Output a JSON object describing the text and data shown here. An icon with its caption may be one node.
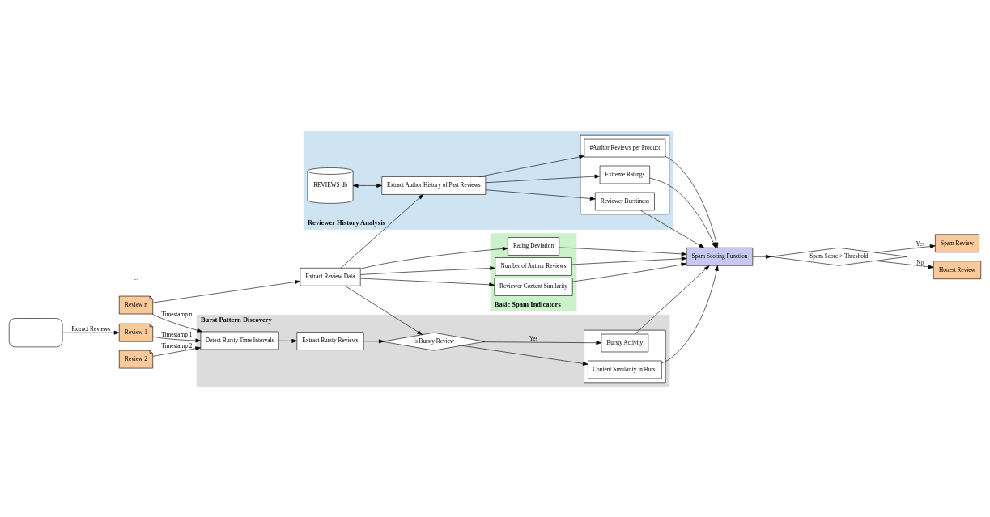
{
  "diagram": {
    "nodes": [
      {
        "text": [
          "Burst Pattern Discovery"
        ]
      },
      {
        "text": [
          "Detect Bursty Time Intervals"
        ],
        "in": 0
      },
      {
        "text": [
          "Extract Bursty Reviews"
        ],
        "in": 0
      },
      {
        "text": [
          "Is Bursty Review"
        ],
        "in": 0
      },
      {
        "text": [],
        "shape": "box",
        "in": 0
      },
      {
        "text": [
          "Content Similarity in Burst"
        ],
        "in": 4
      },
      {
        "text": [
          "Bursty Activity"
        ],
        "in": 4
      },
      {
        "text": [],
        "shape": "box"
      },
      {
        "text": [
          "Review 1"
        ]
      },
      {
        "text": [
          "Review 2"
        ]
      },
      {
        "text": [
          "Review n"
        ]
      },
      {
        "text": [
          "Extract Review Data"
        ]
      },
      {
        "text": [
          "Basic Spam Indicators"
        ]
      },
      {
        "text": [
          "Rating Deviation"
        ],
        "in": 12
      },
      {
        "text": [
          "Number of Author Reviews"
        ],
        "in": 12
      },
      {
        "text": [
          "Reviewer Content Similarity"
        ],
        "in": 12
      },
      {
        "text": [
          "Reviewer History Analysis"
        ]
      },
      {
        "text": [
          "REVIEWS db"
        ],
        "in": 16
      },
      {
        "text": [
          "Extract Author History of Past Reviews"
        ],
        "in": 16
      },
      {
        "text": [],
        "shape": "box",
        "in": 16
      },
      {
        "text": [
          "Extreme Ratings"
        ],
        "in": 19
      },
      {
        "text": [
          "#Author Reviews per Product"
        ],
        "in": 19
      },
      {
        "text": [
          "Reviewer Burstiness"
        ],
        "in": 19
      },
      {
        "text": [
          "Spam Scoring Function"
        ]
      },
      {
        "text": [
          "Spam Score > Threshold"
        ]
      },
      {
        "text": [
          "Spam Review"
        ]
      },
      {
        "text": [
          "Honest Review"
        ]
      }
    ],
    "edges": [
      {
        "from": 7,
        "to": 8,
        "arrow": "to",
        "label": "Extract Reviews"
      },
      {
        "from": 8,
        "to": 1,
        "arrow": "to",
        "label": "Timestamp 1"
      },
      {
        "from": 9,
        "to": 1,
        "arrow": "to",
        "label": "Timestamp 2"
      },
      {
        "from": 10,
        "to": 1,
        "arrow": "to",
        "label": "Timestamp n"
      },
      {
        "from": 1,
        "to": 2,
        "arrow": "to"
      },
      {
        "from": 2,
        "to": 3,
        "arrow": "to"
      },
      {
        "from": 10,
        "to": 11,
        "arrow": "to"
      },
      {
        "from": 11,
        "to": 3,
        "arrow": "to"
      },
      {
        "from": 3,
        "to": 5,
        "arrow": "to"
      },
      {
        "from": 3,
        "to": 6,
        "arrow": "to",
        "label": "Yes"
      },
      {
        "from": 11,
        "to": 13,
        "arrow": "to"
      },
      {
        "from": 11,
        "to": 14,
        "arrow": "to"
      },
      {
        "from": 11,
        "to": 15,
        "arrow": "to"
      },
      {
        "from": 11,
        "to": 18,
        "arrow": "to"
      },
      {
        "from": 17,
        "to": 18,
        "arrow": "both"
      },
      {
        "from": 18,
        "to": 20,
        "arrow": "to"
      },
      {
        "from": 18,
        "to": 21,
        "arrow": "to"
      },
      {
        "from": 18,
        "to": 22,
        "arrow": "to"
      },
      {
        "from": 5,
        "to": 23,
        "arrow": "to"
      },
      {
        "from": 6,
        "to": 23,
        "arrow": "to"
      },
      {
        "from": 13,
        "to": 23,
        "arrow": "to"
      },
      {
        "from": 14,
        "to": 23,
        "arrow": "to"
      },
      {
        "from": 15,
        "to": 23,
        "arrow": "to"
      },
      {
        "from": 20,
        "to": 23,
        "arrow": "to"
      },
      {
        "from": 21,
        "to": 23,
        "arrow": "to"
      },
      {
        "from": 22,
        "to": 23,
        "arrow": "to"
      },
      {
        "from": 23,
        "to": 24,
        "arrow": "to"
      },
      {
        "from": 24,
        "to": 25,
        "arrow": "to",
        "label": "Yes"
      },
      {
        "from": 24,
        "to": 26,
        "arrow": "to",
        "label": "No"
      }
    ],
    "labels": [
      "..."
    ]
  }
}
